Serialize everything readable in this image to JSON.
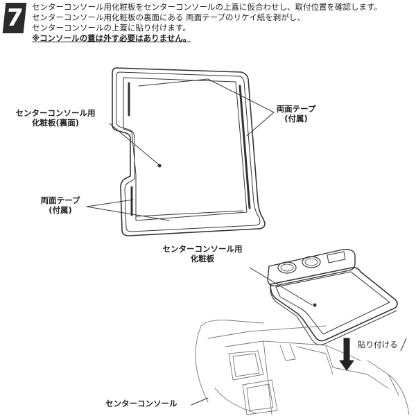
{
  "step": {
    "number": "7"
  },
  "instructions": {
    "line1": "センターコンソール用化粧板をセンターコンソールの上蓋に仮合わせし、取付位置を確認します。",
    "line2": "センターコンソール用化粧板の裏面にある 両面テープのリケイ紙を剥がし、",
    "line3": "センターコンソールの上蓋に貼り付けます。",
    "note": "※コンソールの蓋は外す必要はありません。"
  },
  "top_diagram": {
    "panel_label_line1": "センターコンソール用",
    "panel_label_line2": "化粧板(裏面)",
    "tape_right_line1": "両面テープ",
    "tape_right_line2": "(付属)",
    "tape_left_line1": "両面テープ",
    "tape_left_line2": "(付属)"
  },
  "bottom_diagram": {
    "panel_label_line1": "センターコンソール用",
    "panel_label_line2": "化粧板",
    "attach_label": "貼り付ける",
    "console_label": "センターコンソール"
  }
}
